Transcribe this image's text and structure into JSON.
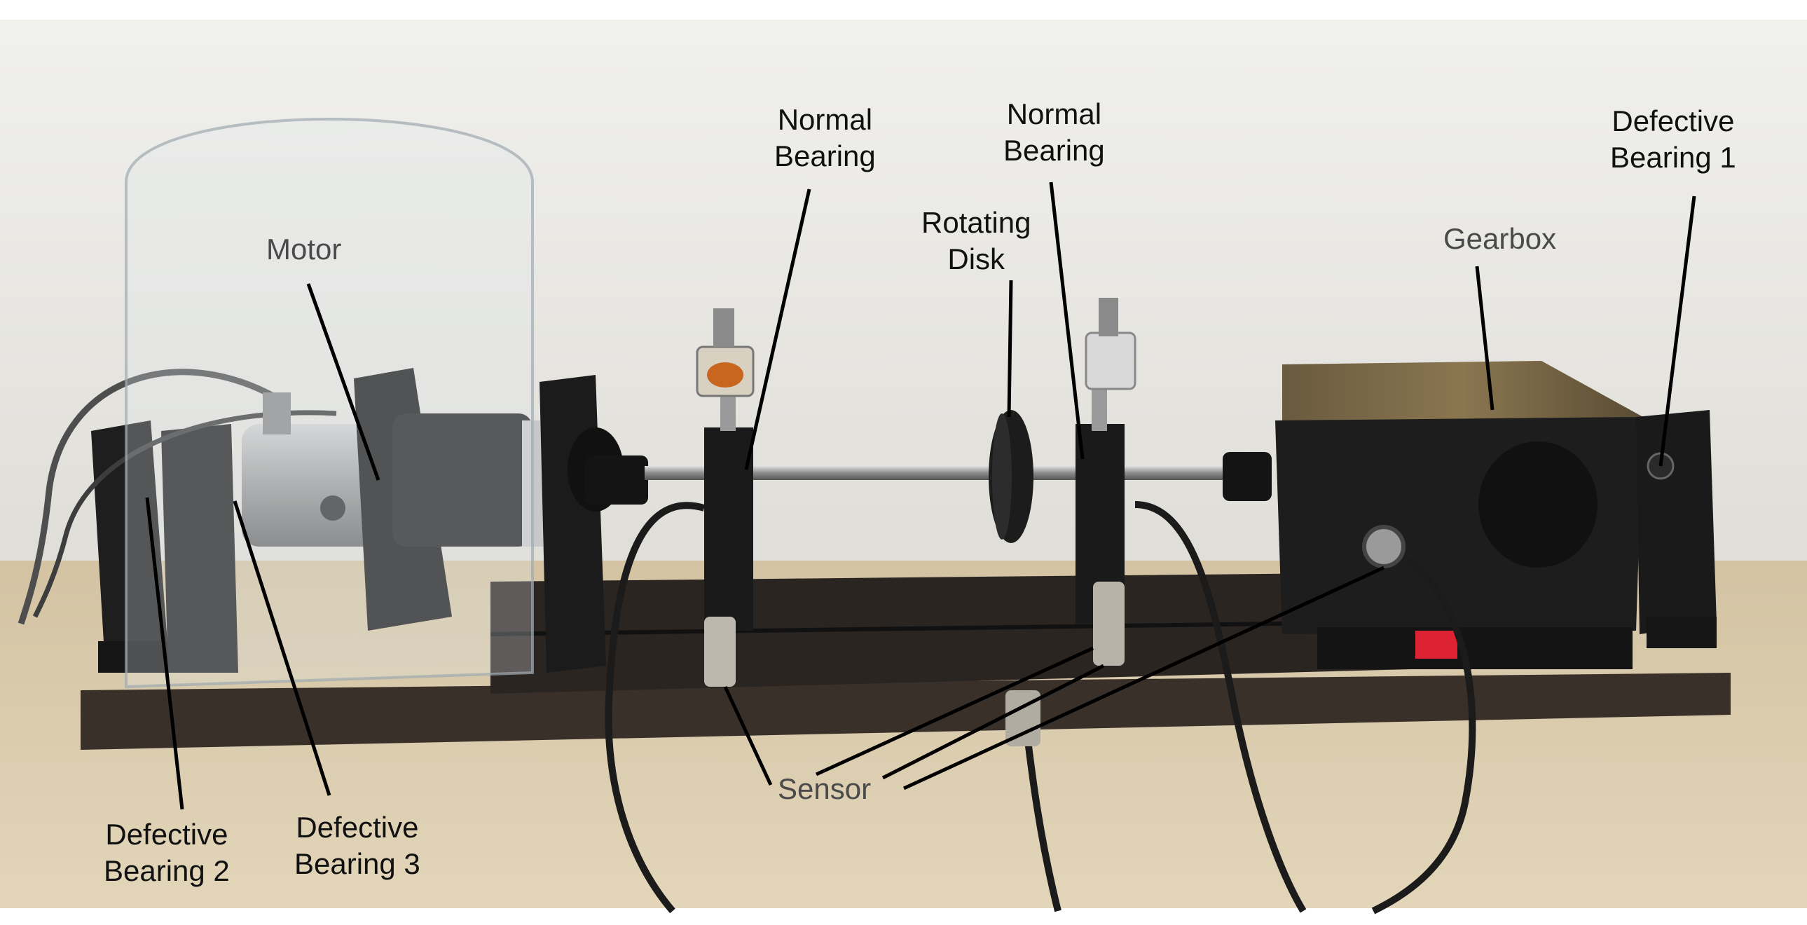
{
  "labels": {
    "motor": "Motor",
    "normal_bearing_1": {
      "line1": "Normal",
      "line2": "Bearing"
    },
    "normal_bearing_2": {
      "line1": "Normal",
      "line2": "Bearing"
    },
    "rotating_disk": {
      "line1": "Rotating",
      "line2": "Disk"
    },
    "gearbox": "Gearbox",
    "defective_bearing_1": {
      "line1": "Defective",
      "line2": "Bearing 1"
    },
    "defective_bearing_2": {
      "line1": "Defective",
      "line2": "Bearing 2"
    },
    "defective_bearing_3": {
      "line1": "Defective",
      "line2": "Bearing 3"
    },
    "sensor": "Sensor"
  },
  "colors": {
    "wall": "#e9e9e4",
    "table": "#d9c9a8",
    "base_plate": "#3a302a",
    "machine_black": "#1c1c1c",
    "leader_line": "#000000"
  }
}
